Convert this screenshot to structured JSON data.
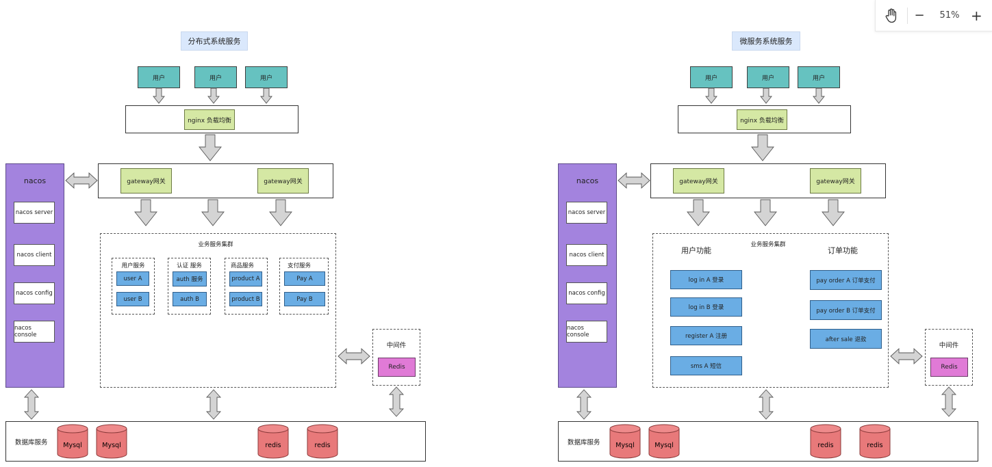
{
  "toolbar": {
    "hand_icon": "hand-icon",
    "zoom_out": "−",
    "zoom_level": "51%",
    "zoom_in": "+"
  },
  "left": {
    "title": "分布式系统服务",
    "users": [
      "用户",
      "用户",
      "用户"
    ],
    "nginx": "nginx 负载均衡",
    "gateways": [
      "gateway网关",
      "gateway网关"
    ],
    "nacos": {
      "title": "nacos",
      "items": [
        "nacos  server",
        "nacos  client",
        "nacos  config",
        "nacos  console"
      ]
    },
    "cluster": {
      "title": "业务服务集群",
      "groups": [
        {
          "label": "用户服务",
          "items": [
            "user A",
            "user B"
          ]
        },
        {
          "label": "认证 服务",
          "items": [
            "auth 服务",
            "auth B"
          ]
        },
        {
          "label": "商品服务",
          "items": [
            "product A",
            "product B"
          ]
        },
        {
          "label": "支付服务",
          "items": [
            "Pay A",
            "Pay B"
          ]
        }
      ]
    },
    "middleware": {
      "title": "中间件",
      "item": "Redis"
    },
    "database": {
      "label": "数据库服务",
      "cylinders": [
        "Mysql",
        "Mysql",
        "redis",
        "redis"
      ]
    }
  },
  "right": {
    "title": "微服务系统服务",
    "users": [
      "用户",
      "用户",
      "用户"
    ],
    "nginx": "nginx 负载均衡",
    "gateways": [
      "gateway网关",
      "gateway网关"
    ],
    "nacos": {
      "title": "nacos",
      "items": [
        "nacos  server",
        "nacos  client",
        "nacos  config",
        "nacos  console"
      ]
    },
    "cluster": {
      "title": "业务服务集群",
      "user_features_title": "用户功能",
      "user_features": [
        "log in A  登录",
        "log in B  登录",
        "register A 注册",
        "sms A 短信"
      ],
      "order_features_title": "订单功能",
      "order_features": [
        "pay order A  订单支付",
        "pay order B  订单支付",
        "after sale  退款"
      ]
    },
    "middleware": {
      "title": "中间件",
      "item": "Redis"
    },
    "database": {
      "label": "数据库服务",
      "cylinders": [
        "Mysql",
        "Mysql",
        "redis",
        "redis"
      ]
    }
  }
}
